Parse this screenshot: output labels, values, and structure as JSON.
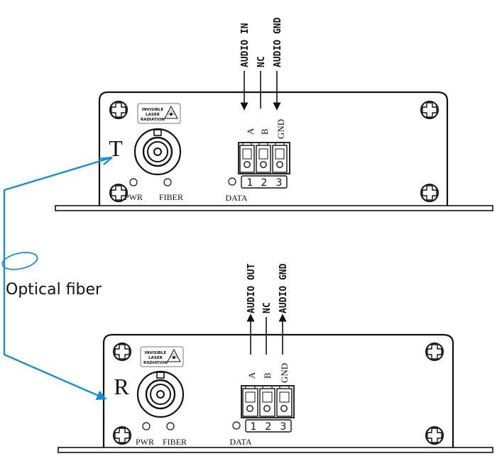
{
  "transmitter": {
    "unit_label": "T",
    "warning_lines": [
      "INVISIBLE",
      "LASER",
      "RADIATION"
    ],
    "led_labels": [
      "PWR",
      "FIBER"
    ],
    "data_label": "DATA",
    "pin_labels": [
      "A",
      "B",
      "GND"
    ],
    "pin_numbers": [
      "1",
      "2",
      "3"
    ],
    "signals": [
      "AUDIO IN",
      "NC",
      "AUDIO GND"
    ]
  },
  "receiver": {
    "unit_label": "R",
    "warning_lines": [
      "INVISIBLE",
      "LASER",
      "RADIATION"
    ],
    "led_labels": [
      "PWR",
      "FIBER"
    ],
    "data_label": "DATA",
    "pin_labels": [
      "A",
      "B",
      "GND"
    ],
    "pin_numbers": [
      "1",
      "2",
      "3"
    ],
    "signals": [
      "AUDIO OUT",
      "NC",
      "AUDIO GND"
    ]
  },
  "fiber": {
    "label": "Optical fiber",
    "color": "#1a8fd0"
  }
}
